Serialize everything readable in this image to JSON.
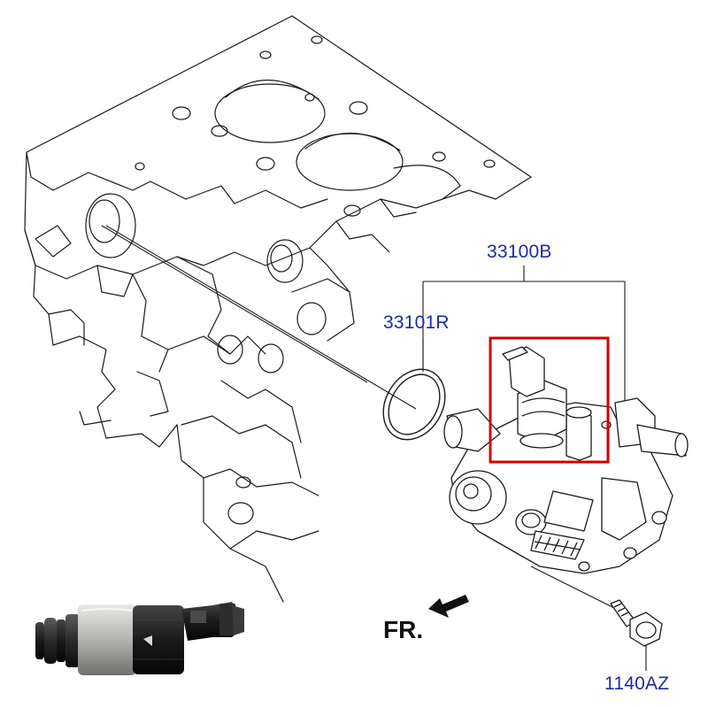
{
  "diagram": {
    "line_color": "#1a1a1a",
    "label_color": "#1f2aa8",
    "highlight_color": "#d40000",
    "labels": {
      "pump_assembly": "33100B",
      "o_ring": "33101R",
      "bolt": "1140AZ",
      "front_indicator": "FR."
    },
    "icons": {
      "front_arrow": "arrow-left-down-icon",
      "photo": "fuel-metering-valve-photo"
    }
  }
}
